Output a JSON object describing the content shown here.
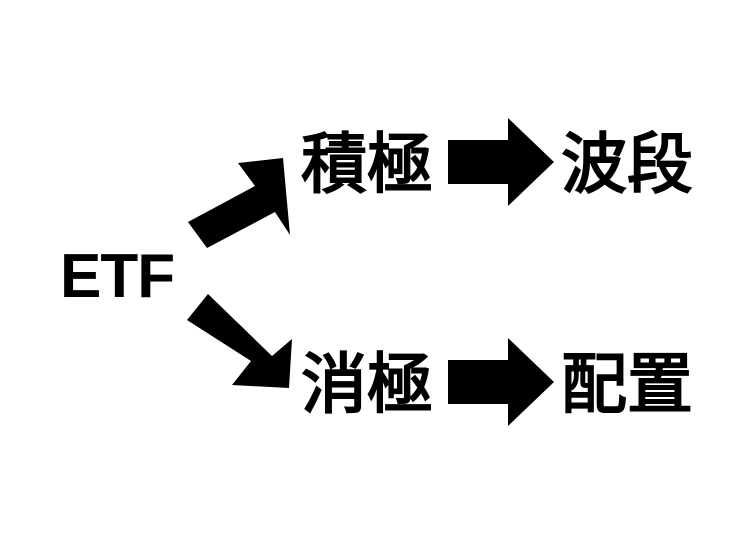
{
  "diagram": {
    "type": "flow",
    "background_color": "#ffffff",
    "stroke_color": "#000000",
    "root": {
      "id": "etf",
      "label": "ETF"
    },
    "branches": [
      {
        "id": "active",
        "connector_icon": "arrow-up-right-icon",
        "label": "積極",
        "transition_icon": "arrow-right-icon",
        "outcome": "波段"
      },
      {
        "id": "passive",
        "connector_icon": "arrow-down-right-icon",
        "label": "消極",
        "transition_icon": "arrow-right-icon",
        "outcome": "配置"
      }
    ]
  }
}
